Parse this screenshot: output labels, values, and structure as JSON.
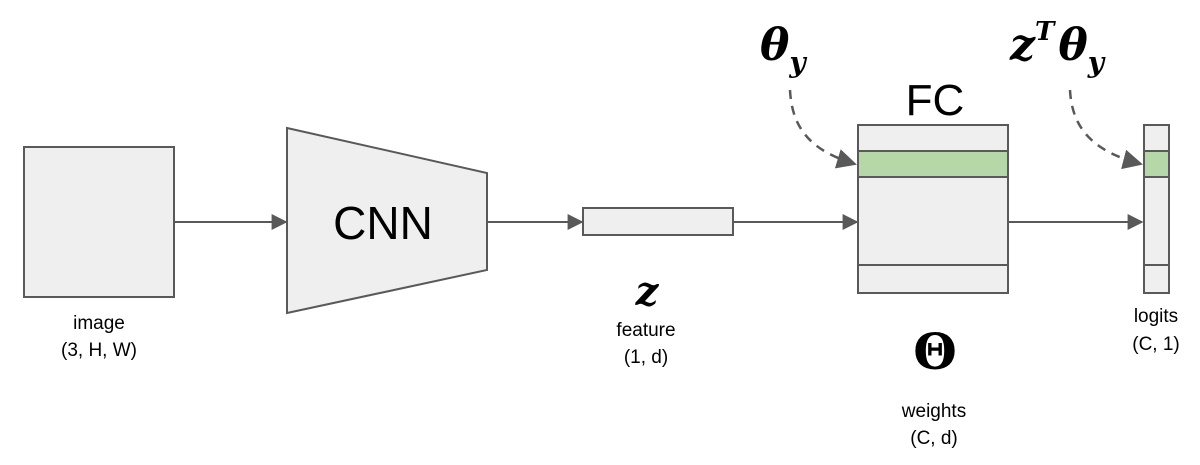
{
  "image_block": {
    "label": "image",
    "shape": "(3, H, W)"
  },
  "cnn_block": {
    "label": "CNN"
  },
  "feature_block": {
    "symbol": "z",
    "label": "feature",
    "shape": "(1, d)"
  },
  "fc_block": {
    "title": "FC",
    "symbol": "Θ",
    "label": "weights",
    "shape": "(C, d)"
  },
  "logits_block": {
    "label": "logits",
    "shape": "(C, 1)"
  },
  "annotations": {
    "theta_y": {
      "base": "θ",
      "sub": "y"
    },
    "z_t_theta_y": {
      "base1": "z",
      "sup": "T",
      "base2": "θ",
      "sub": "y"
    }
  },
  "colors": {
    "box_fill": "#efefef",
    "box_stroke": "#595959",
    "highlight": "#b6d7a8"
  }
}
